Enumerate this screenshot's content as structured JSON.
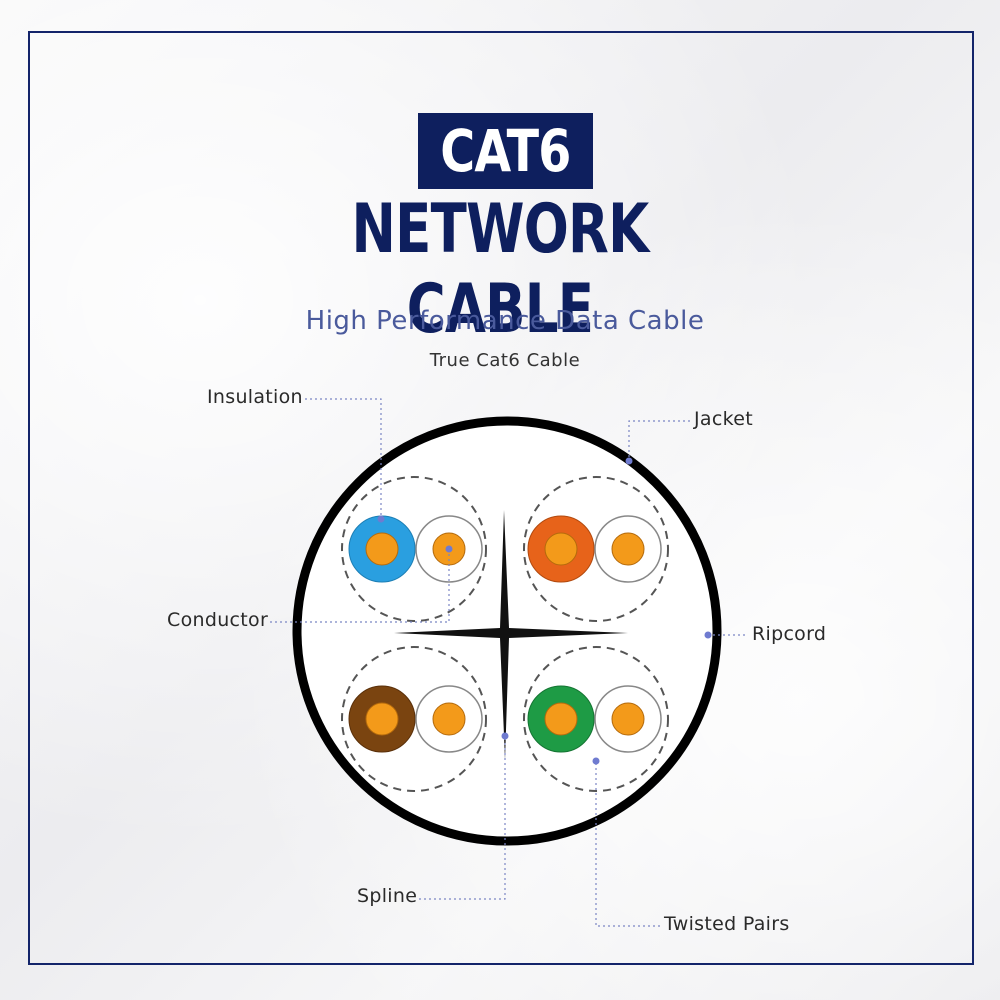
{
  "header": {
    "badge": "CAT6",
    "title": "NETWORK CABLE",
    "subtitle": "High Performance Data Cable",
    "tagline": "True Cat6 Cable"
  },
  "labels": {
    "insulation": "Insulation",
    "jacket": "Jacket",
    "conductor": "Conductor",
    "ripcord": "Ripcord",
    "spline": "Spline",
    "twisted_pairs": "Twisted Pairs"
  },
  "colors": {
    "navy": "#0e1f5e",
    "pair_blue": "#2a9fe0",
    "pair_orange": "#e7631a",
    "pair_brown": "#7a4410",
    "pair_green": "#1e9b45",
    "conductor": "#f39a1a",
    "leader_line": "#7b86c4"
  }
}
